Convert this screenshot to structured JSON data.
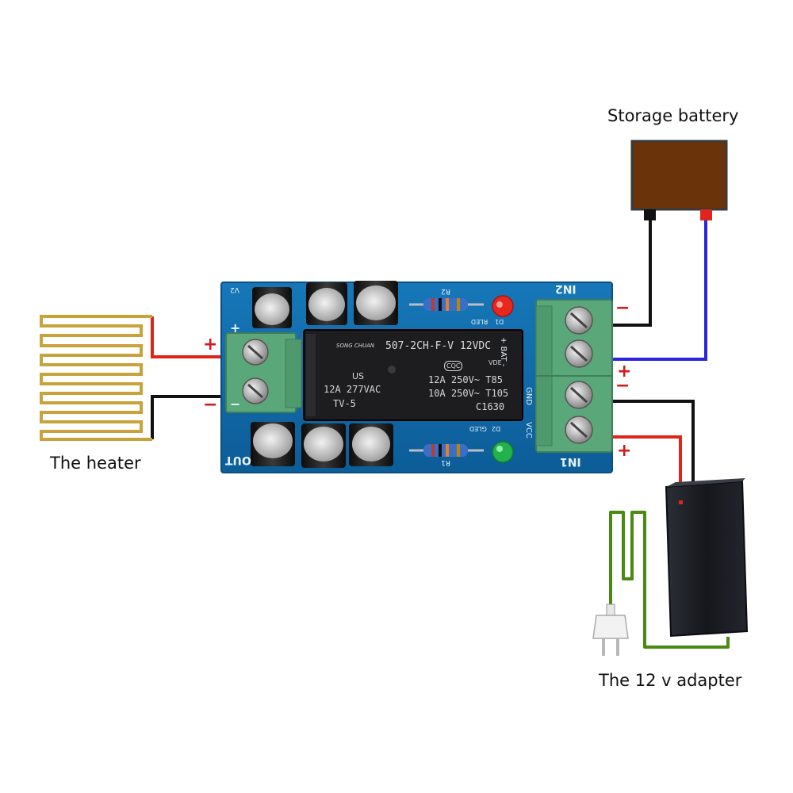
{
  "labels": {
    "battery": "Storage battery",
    "heater": "The heater",
    "adapter": "The 12 v adapter"
  },
  "signs": {
    "heater_plus": "+",
    "heater_minus": "−",
    "battery_minus": "−",
    "battery_plus": "+",
    "adapter_minus": "−",
    "adapter_plus": "+"
  },
  "board": {
    "in2": "IN2",
    "in1": "IN1",
    "out": "OUT",
    "v2": "V2",
    "bat": "+ BAT -",
    "gnd": "GND",
    "vcc": "VCC",
    "plus": "+",
    "minus": "−",
    "r2": "R2",
    "r1": "R1",
    "d1": "D1",
    "d2": "D2",
    "gled": "GLED",
    "rled": "RLED",
    "relay_brand": "SONG CHUAN",
    "relay_model": "507-2CH-F-V 12VDC",
    "relay_ul": "US",
    "relay_rating1": "12A 277VAC",
    "relay_rating2": "TV-5",
    "relay_cqc": "CQC",
    "relay_vde": "VDE",
    "relay_rating3": "12A 250V~ T85",
    "relay_rating4": "10A 250V~ T105",
    "relay_code": "C1630"
  },
  "colors": {
    "pcb": "#0f6aa8",
    "terminal": "#5aa87a",
    "relay": "#1d1d1f",
    "battery": "#6b3309",
    "heater_trace": "#c8a33c",
    "adapter": "#1a1c22",
    "mains_cord": "#4a8a12",
    "wire_red": "#e0241b",
    "wire_black": "#111111",
    "wire_blue": "#2b24e0",
    "led_red": "#e8271e",
    "led_green": "#22b14c"
  }
}
